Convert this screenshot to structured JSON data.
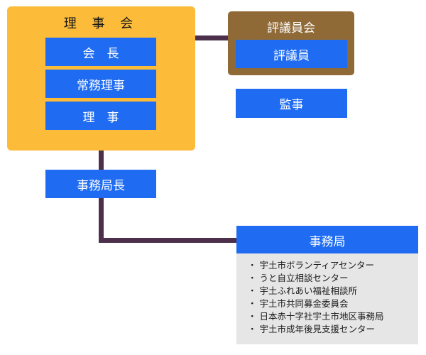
{
  "rijikai": {
    "title": "理 事 会",
    "members": [
      {
        "label": "会　長"
      },
      {
        "label": "常務理事"
      },
      {
        "label": "理　事"
      }
    ]
  },
  "hyogiinkai": {
    "title": "評議員会",
    "member": "評議員"
  },
  "kanji": "監事",
  "jimukyokucho": "事務局長",
  "jimukyoku": {
    "title": "事務局",
    "bullet": "・",
    "items": [
      "宇土市ボランティアセンター",
      "うと自立相談センター",
      "宇土ふれあい福祉相談所",
      "宇土市共同募金委員会",
      "日本赤十字社宇土市地区事務局",
      "宇土市成年後見支援センター"
    ]
  },
  "colors": {
    "rijikai_bg": "#fcbb39",
    "hyogiinkai_bg": "#8f6a37",
    "box_blue": "#1f6cf2",
    "connector": "#4b2f4b",
    "list_bg": "#e6e6e6"
  }
}
